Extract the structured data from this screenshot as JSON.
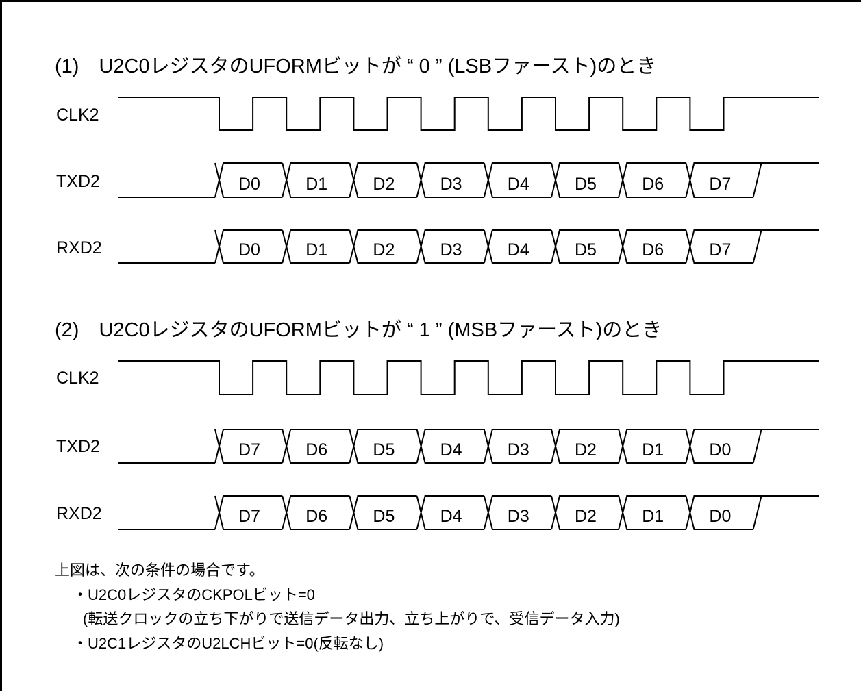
{
  "sections": [
    {
      "title": "(1)　U2C0レジスタのUFORMビットが “ 0 ” (LSBファースト)のとき",
      "signals": [
        {
          "name": "CLK2",
          "kind": "clock"
        },
        {
          "name": "TXD2",
          "kind": "data",
          "bits": [
            "D0",
            "D1",
            "D2",
            "D3",
            "D4",
            "D5",
            "D6",
            "D7"
          ]
        },
        {
          "name": "RXD2",
          "kind": "data",
          "bits": [
            "D0",
            "D1",
            "D2",
            "D3",
            "D4",
            "D5",
            "D6",
            "D7"
          ]
        }
      ]
    },
    {
      "title": "(2)　U2C0レジスタのUFORMビットが “ 1 ” (MSBファースト)のとき",
      "signals": [
        {
          "name": "CLK2",
          "kind": "clock"
        },
        {
          "name": "TXD2",
          "kind": "data",
          "bits": [
            "D7",
            "D6",
            "D5",
            "D4",
            "D3",
            "D2",
            "D1",
            "D0"
          ]
        },
        {
          "name": "RXD2",
          "kind": "data",
          "bits": [
            "D7",
            "D6",
            "D5",
            "D4",
            "D3",
            "D2",
            "D1",
            "D0"
          ]
        }
      ]
    }
  ],
  "notes": [
    "上図は、次の条件の場合です。",
    "・U2C0レジスタのCKPOLビット=0",
    "(転送クロックの立ち下がりで送信データ出力、立ち上がりで、受信データ入力)",
    "・U2C1レジスタのU2LCHビット=0(反転なし)"
  ]
}
